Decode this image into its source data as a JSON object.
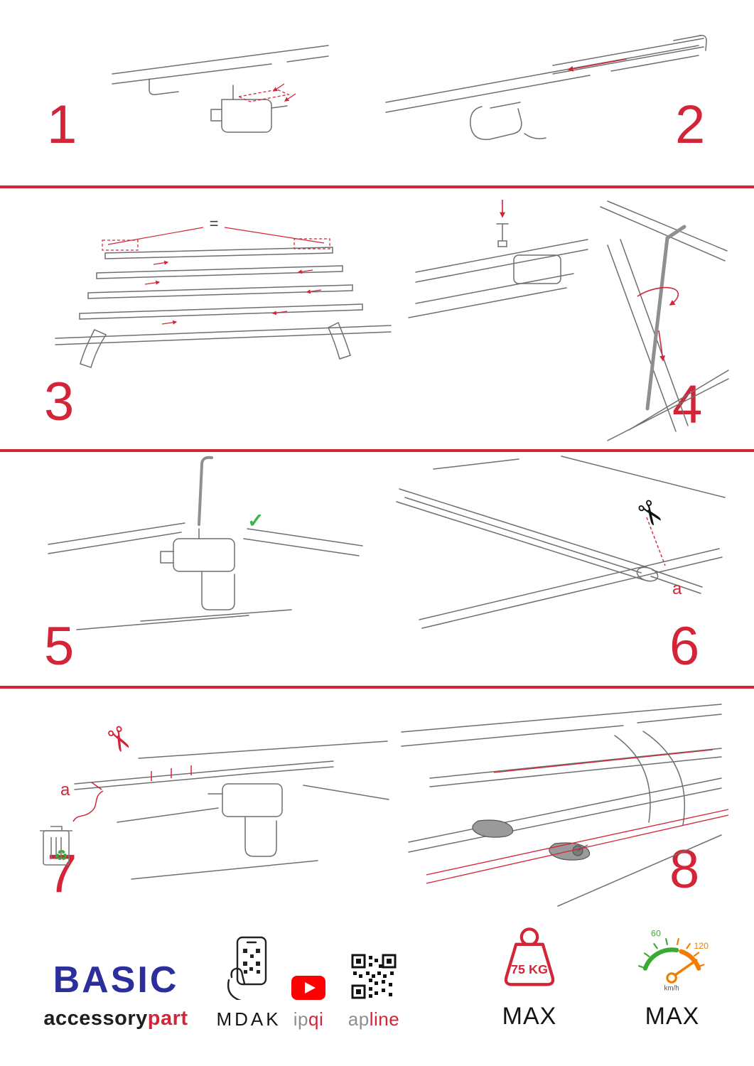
{
  "steps": [
    {
      "number": "1"
    },
    {
      "number": "2"
    },
    {
      "number": "3"
    },
    {
      "number": "4"
    },
    {
      "number": "5"
    },
    {
      "number": "6"
    },
    {
      "number": "7"
    },
    {
      "number": "8"
    }
  ],
  "annotations": {
    "equal_spacing": "=",
    "label_a": "a",
    "check": "✓",
    "scissors": "✂",
    "recycle": "♻"
  },
  "footer": {
    "series_title": "BASIC",
    "brand_black": "accessory",
    "brand_red": "part",
    "partner_mdak": "MDAK",
    "partner_ipqi_gray": "ip",
    "partner_ipqi_red": "qi",
    "partner_apline_gray": "ap",
    "partner_apline_red": "line",
    "weight_value": "75 KG",
    "weight_max_label": "MAX",
    "speed_tick_low": "60",
    "speed_tick_high": "120",
    "speed_unit": "km/h",
    "speed_max_label": "MAX"
  },
  "colors": {
    "accent_red": "#d22538",
    "brand_blue": "#2b2e9b",
    "check_green": "#3bb54a",
    "gauge_green": "#3aaa35",
    "gauge_orange": "#f07d00"
  }
}
